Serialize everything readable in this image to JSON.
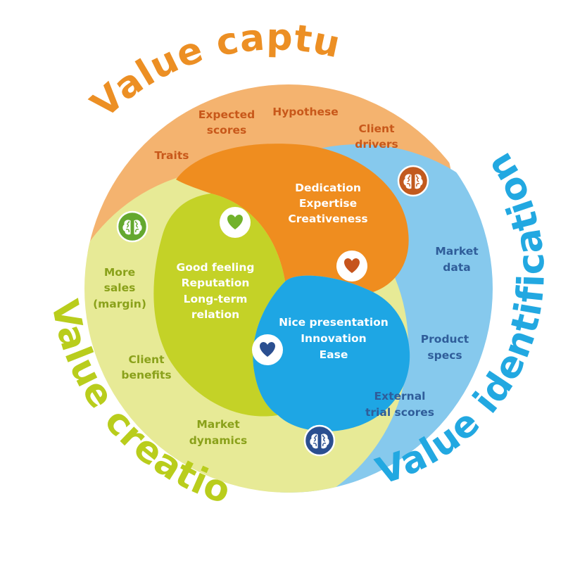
{
  "titles": {
    "capture": "Value capture",
    "creation": "Value creation",
    "identification": "Value identification"
  },
  "colors": {
    "capture_outer": "#f4b36f",
    "capture_inner": "#ef8d1f",
    "creation_outer": "#e7ea96",
    "creation_inner": "#c4d227",
    "identification_outer": "#86c9ed",
    "identification_inner": "#1ea6e4",
    "capture_title": "#ec8f24",
    "creation_title": "#b9cd1c",
    "identification_title": "#22a8e1"
  },
  "capture": {
    "outer": [
      "Expected",
      "scores",
      "Hypothese",
      "Client",
      "drivers",
      "Traits"
    ],
    "inner": [
      "Dedication",
      "Expertise",
      "Creativeness"
    ]
  },
  "creation": {
    "outer": [
      "More",
      "sales",
      "(margin)",
      "Client",
      "benefits",
      "Market",
      "dynamics"
    ],
    "inner": [
      "Good feeling",
      "Reputation",
      "Long-term",
      "relation"
    ]
  },
  "identification": {
    "outer": [
      "Market",
      "data",
      "Product",
      "specs",
      "External",
      "trial scores"
    ],
    "inner": [
      "Nice presentation",
      "Innovation",
      "Ease"
    ]
  },
  "icons": {
    "heart": "heart-icon",
    "brain": "brain-icon"
  }
}
